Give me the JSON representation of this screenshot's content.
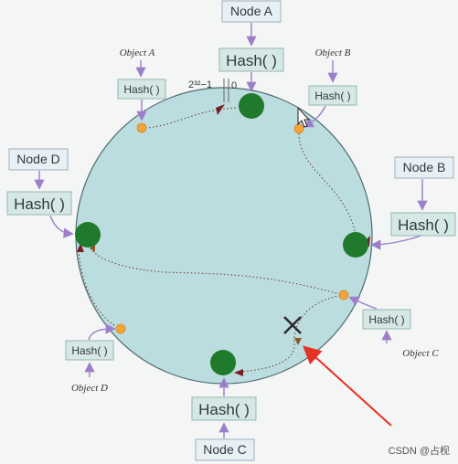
{
  "nodes": {
    "a": {
      "name": "Node A",
      "hash": "Hash( )"
    },
    "b": {
      "name": "Node B",
      "hash": "Hash( )"
    },
    "c": {
      "name": "Node C",
      "hash": "Hash( )"
    },
    "d": {
      "name": "Node D",
      "hash": "Hash( )"
    }
  },
  "objects": {
    "a": {
      "name": "Object A",
      "hash": "Hash( )"
    },
    "b": {
      "name": "Object B",
      "hash": "Hash( )"
    },
    "c": {
      "name": "Object C",
      "hash": "Hash( )"
    },
    "d": {
      "name": "Object D",
      "hash": "Hash( )"
    }
  },
  "ring": {
    "max_label": "2³²−1",
    "zero_label": "0"
  },
  "watermark": "CSDN @占枧",
  "colors": {
    "ring_fill": "#bcdde0",
    "ring_stroke": "#4f6a70",
    "node_dot": "#1f7a2c",
    "object_dot": "#f2a33a",
    "pointer_arrow": "#e53222",
    "removed_mark": "#2b2b2b"
  }
}
